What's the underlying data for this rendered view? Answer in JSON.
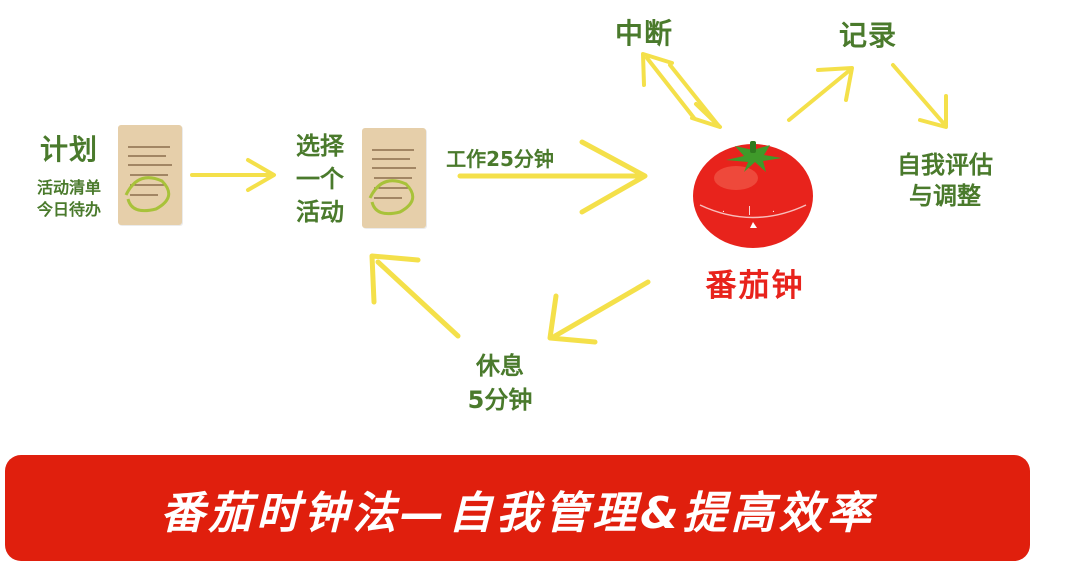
{
  "plan": {
    "title": "计划",
    "line1": "活动清单",
    "line2": "今日待办"
  },
  "select": {
    "line1": "选择",
    "line2": "一个",
    "line3": "活动"
  },
  "work_label": "工作25分钟",
  "interrupt_label": "中断",
  "record_label": "记录",
  "evaluate": {
    "line1": "自我评估",
    "line2": "与调整"
  },
  "timer_label": "番茄钟",
  "rest": {
    "line1": "休息",
    "line2": "5分钟"
  },
  "banner_title": "番茄时钟法—自我管理&提高效率",
  "colors": {
    "green_text": "#4a7a2c",
    "arrow_yellow": "#f4e04a",
    "tomato_red": "#e8231c",
    "banner_red": "#e01f0d",
    "paper": "#e6cfaa"
  },
  "icons": [
    "paper-list-icon",
    "tomato-timer-icon"
  ]
}
